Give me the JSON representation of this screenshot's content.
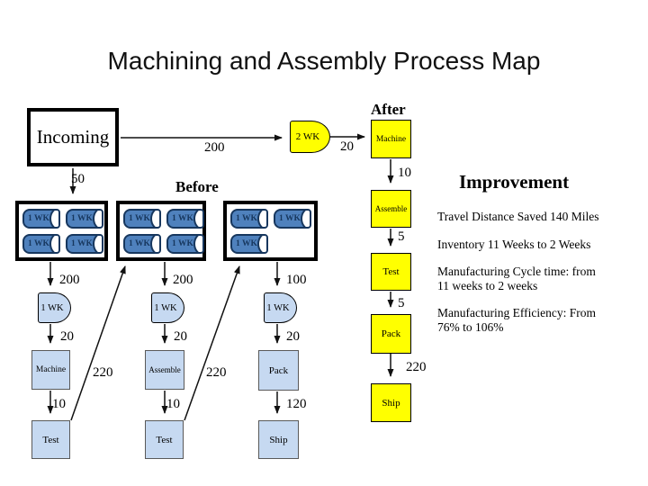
{
  "title": "Machining and Assembly Process Map",
  "colors": {
    "queue_fill": "#4f81bd",
    "queue_border": "#17375e",
    "process_fill": "#c6d9f1",
    "highlight_yellow": "#ffff00"
  },
  "incoming": {
    "label": "Incoming"
  },
  "wait_after": {
    "label": "2 WK"
  },
  "flows": {
    "incoming_to_wait": "200",
    "wait_to_machine": "20",
    "incoming_to_queue": "50"
  },
  "after": {
    "heading": "After",
    "steps": [
      {
        "label": "Machine"
      },
      {
        "label": "Assemble"
      },
      {
        "label": "Test"
      },
      {
        "label": "Pack"
      },
      {
        "label": "Ship"
      }
    ],
    "flows": [
      "10",
      "5",
      "5",
      "220"
    ]
  },
  "before": {
    "heading": "Before",
    "queues": [
      {
        "units": [
          "1 WK",
          "1 WK",
          "1 WK",
          "1 WK"
        ]
      },
      {
        "units": [
          "1 WK",
          "1 WK",
          "1 WK",
          "1 WK"
        ]
      },
      {
        "units": [
          "1 WK",
          "1 WK",
          "1 WK"
        ]
      }
    ],
    "columns": [
      {
        "flow_in": "200",
        "wait": "1 WK",
        "flow_mid": "20",
        "step": "Machine",
        "flow_out": "10",
        "end": "Test"
      },
      {
        "flow_in": "200",
        "wait": "1 WK",
        "flow_mid": "20",
        "step": "Assemble",
        "flow_out": "10",
        "end": "Test"
      },
      {
        "flow_in": "100",
        "wait": "1 WK",
        "flow_mid": "20",
        "step": "Pack",
        "flow_out": "120",
        "end": "Ship"
      }
    ],
    "rework_flows": [
      "220",
      "220"
    ]
  },
  "improvement": {
    "heading": "Improvement",
    "items": [
      {
        "lines": [
          "Travel Distance Saved 140 Miles",
          ""
        ]
      },
      {
        "lines": [
          "Inventory 11 Weeks to 2 Weeks",
          ""
        ]
      },
      {
        "lines": [
          "Manufacturing Cycle time: from",
          "11 weeks to 2 weeks"
        ]
      },
      {
        "lines": [
          "Manufacturing Efficiency: From",
          "76% to 106%"
        ]
      }
    ]
  }
}
